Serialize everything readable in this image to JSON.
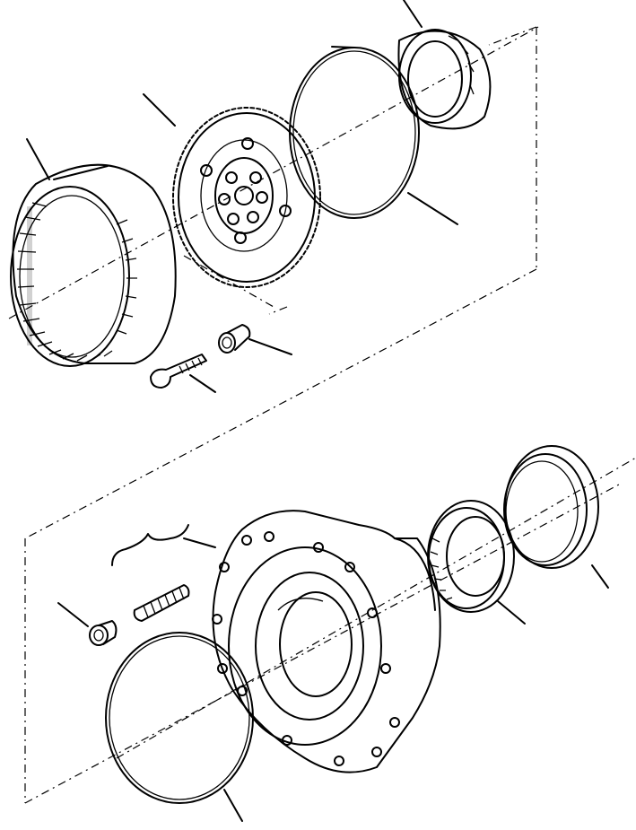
{
  "diagram": {
    "type": "exploded-parts-view",
    "subject": "wheel-hub-planetary-assembly",
    "labels_printed": false,
    "line_color": "#000000",
    "background": "#ffffff",
    "components": [
      {
        "id": "outer-bearing",
        "name": "outer-bearing-icon"
      },
      {
        "id": "snap-ring",
        "name": "snap-ring-icon"
      },
      {
        "id": "planet-carrier-plate",
        "name": "toothed-plate-icon"
      },
      {
        "id": "ring-gear",
        "name": "ring-gear-icon"
      },
      {
        "id": "carrier-bolt",
        "name": "bolt-icon"
      },
      {
        "id": "bushing",
        "name": "bushing-icon"
      },
      {
        "id": "oil-seal",
        "name": "seal-icon"
      },
      {
        "id": "inner-bearing",
        "name": "bearing-icon"
      },
      {
        "id": "wheel-hub",
        "name": "hub-icon"
      },
      {
        "id": "wheel-stud",
        "name": "stud-icon"
      },
      {
        "id": "stud-nut",
        "name": "nut-icon"
      },
      {
        "id": "o-ring",
        "name": "o-ring-icon"
      }
    ]
  }
}
